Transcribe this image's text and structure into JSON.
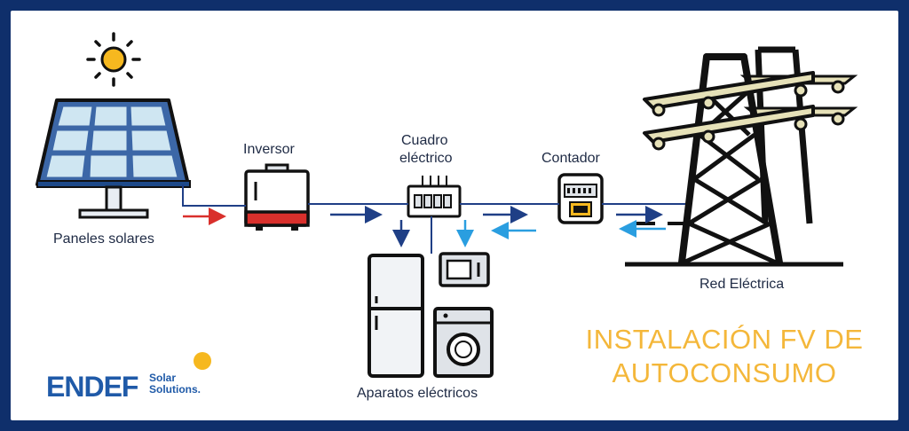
{
  "labels": {
    "solar_panels": "Paneles solares",
    "inverter": "Inversor",
    "panel_line1": "Cuadro",
    "panel_line2": "eléctrico",
    "meter": "Contador",
    "grid": "Red Eléctrica",
    "appliances": "Aparatos eléctricos"
  },
  "title": {
    "line1": "INSTALACIÓN FV DE",
    "line2": "AUTOCONSUMO"
  },
  "logo": {
    "brand": "ENDEF",
    "sub_line1": "Solar",
    "sub_line2": "Solutions."
  },
  "colors": {
    "border": "#0f2f6b",
    "flow_dark": "#1f3f86",
    "flow_light": "#2a9ee0",
    "flow_dc": "#d9302c",
    "accent": "#f4b73a"
  },
  "icons": [
    "sun-icon",
    "solar-panel-icon",
    "inverter-icon",
    "electrical-panel-icon",
    "meter-icon",
    "pylon-icon",
    "fridge-icon",
    "microwave-icon",
    "washing-machine-icon"
  ]
}
